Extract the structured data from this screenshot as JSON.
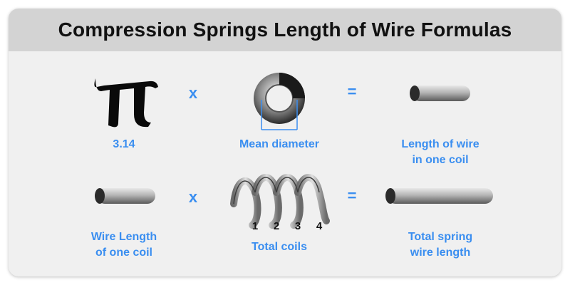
{
  "title": "Compression Springs Length of Wire Formulas",
  "colors": {
    "accent": "#3a8ef0",
    "header_bg": "#d3d3d3",
    "card_bg": "#f0f0f0"
  },
  "row1": {
    "pi_symbol": "π",
    "pi_value": "3.14",
    "multiply": "x",
    "diameter_label": "Mean diameter",
    "equals": "=",
    "result_label_line1": "Length of wire",
    "result_label_line2": "in one coil"
  },
  "row2": {
    "input_label_line1": "Wire Length",
    "input_label_line2": "of one coil",
    "multiply": "x",
    "coils_label": "Total coils",
    "coil_numbers": [
      "1",
      "2",
      "3",
      "4"
    ],
    "equals": "=",
    "result_label_line1": "Total spring",
    "result_label_line2": "wire length"
  }
}
